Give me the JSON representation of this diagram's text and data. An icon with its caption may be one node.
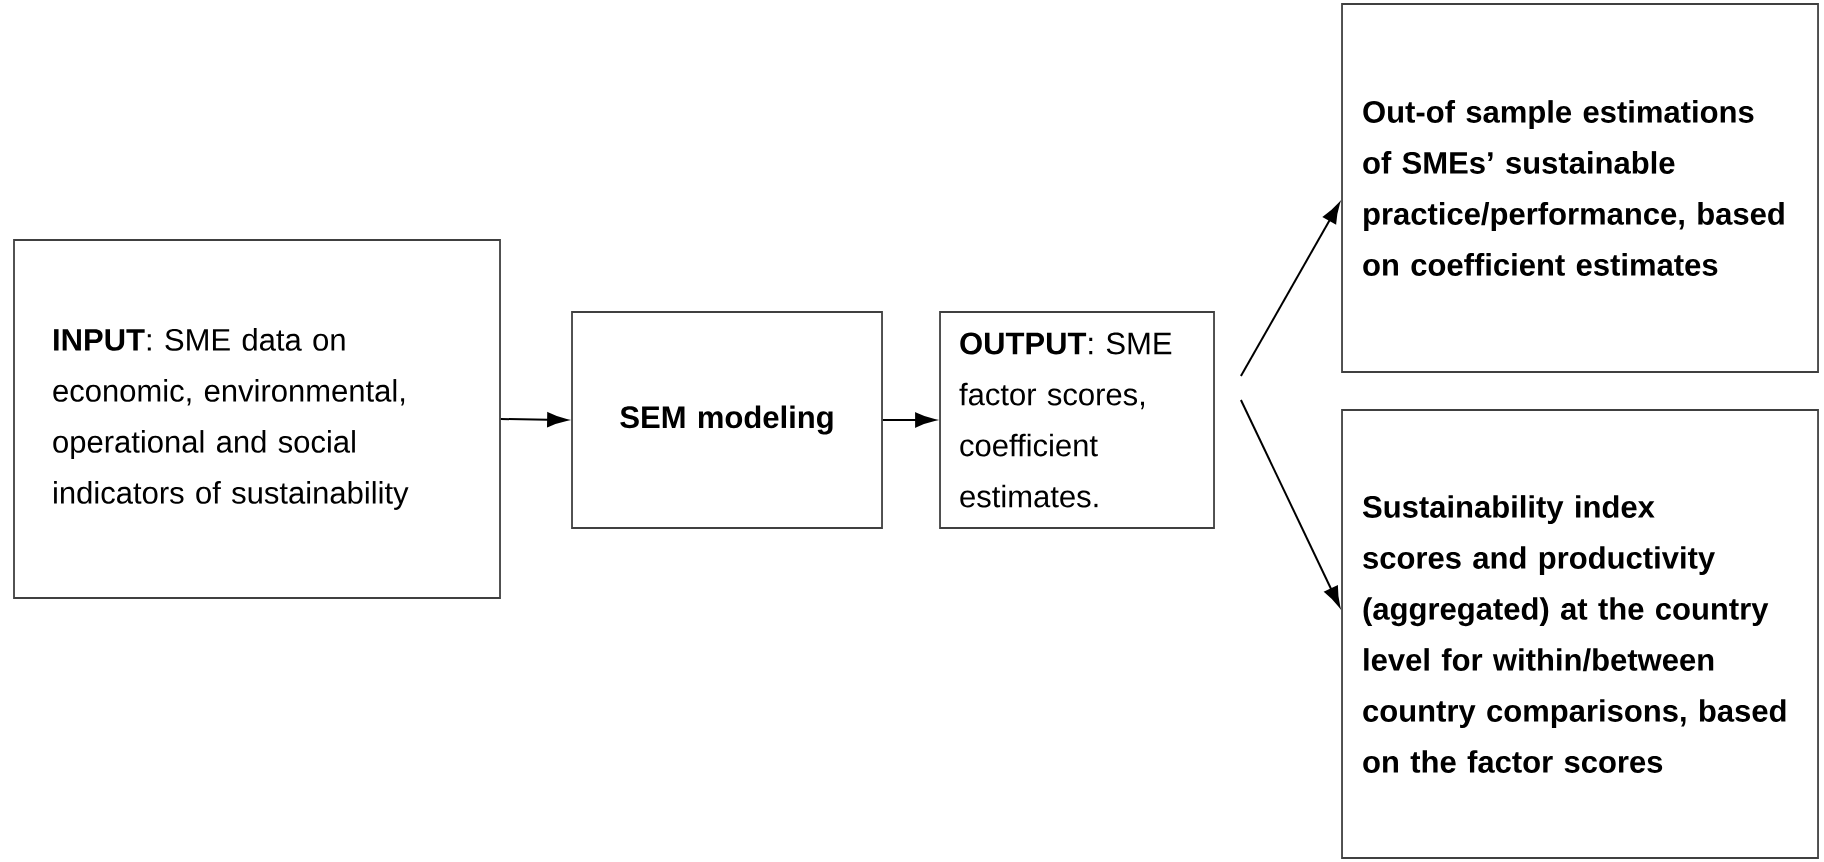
{
  "diagram": {
    "nodes": [
      {
        "text": [
          "**INPUT**: SME data on economic, environmental, operational and social indicators of sustainability"
        ]
      },
      {
        "text": [
          "SEM modeling"
        ]
      },
      {
        "text": [
          "**OUTPUT**: SME factor scores, coefficient estimates."
        ]
      },
      {
        "text": [
          "Out-of sample estimations of SMEs’ sustainable practice/performance, based on coefficient estimates"
        ]
      },
      {
        "text": [
          "Sustainability index scores and productivity (aggregated) at the country level for within/between country comparisons, based on the factor scores"
        ]
      }
    ],
    "edges": [
      {
        "from": 0,
        "to": 1,
        "arrow": "to"
      },
      {
        "from": 1,
        "to": 2,
        "arrow": "to"
      },
      {
        "from": 2,
        "to": 3,
        "arrow": "to"
      },
      {
        "from": 2,
        "to": 4,
        "arrow": "to"
      }
    ]
  }
}
